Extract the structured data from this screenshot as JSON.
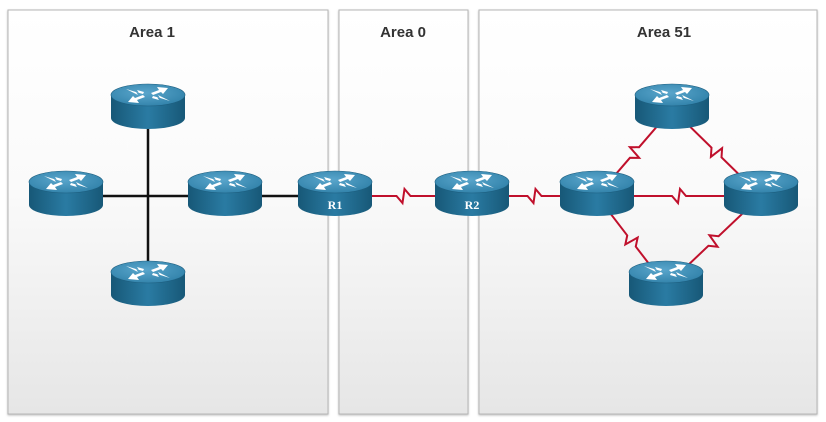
{
  "areas": [
    {
      "id": "area1",
      "title": "Area 1"
    },
    {
      "id": "area0",
      "title": "Area 0"
    },
    {
      "id": "area51",
      "title": "Area 51"
    }
  ],
  "routers": [
    {
      "id": "a1-top",
      "label": ""
    },
    {
      "id": "a1-left",
      "label": ""
    },
    {
      "id": "a1-center",
      "label": ""
    },
    {
      "id": "a1-bottom",
      "label": ""
    },
    {
      "id": "r1",
      "label": "R1"
    },
    {
      "id": "r2",
      "label": "R2"
    },
    {
      "id": "a51-left",
      "label": ""
    },
    {
      "id": "a51-top",
      "label": ""
    },
    {
      "id": "a51-right",
      "label": ""
    },
    {
      "id": "a51-bottom",
      "label": ""
    }
  ],
  "links": [
    {
      "from": "a1-top",
      "to": "a1-center",
      "type": "ethernet"
    },
    {
      "from": "a1-left",
      "to": "a1-center",
      "type": "ethernet"
    },
    {
      "from": "a1-bottom",
      "to": "a1-center",
      "type": "ethernet"
    },
    {
      "from": "a1-center",
      "to": "r1",
      "type": "ethernet"
    },
    {
      "from": "r1",
      "to": "r2",
      "type": "serial"
    },
    {
      "from": "r2",
      "to": "a51-left",
      "type": "serial"
    },
    {
      "from": "a51-left",
      "to": "a51-top",
      "type": "serial"
    },
    {
      "from": "a51-left",
      "to": "a51-right",
      "type": "serial"
    },
    {
      "from": "a51-left",
      "to": "a51-bottom",
      "type": "serial"
    },
    {
      "from": "a51-top",
      "to": "a51-right",
      "type": "serial"
    },
    {
      "from": "a51-bottom",
      "to": "a51-right",
      "type": "serial"
    }
  ],
  "colors": {
    "ethernet": "#111111",
    "serial": "#c0102c",
    "router_top": "#3c8bb0",
    "router_side": "#1d5f80",
    "panel_border": "#b5b5b5"
  }
}
